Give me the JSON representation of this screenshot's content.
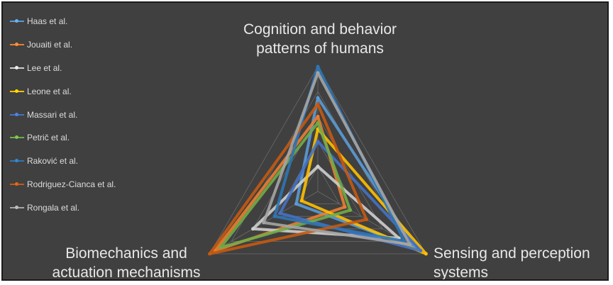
{
  "chart_data": {
    "type": "radar",
    "axes": [
      "Cognition and behavior patterns of humans",
      "Biomechanics and actuation mechanisms",
      "Sensing and perception systems"
    ],
    "axis_label_lines": {
      "top": [
        "Cognition and behavior",
        "patterns of humans"
      ],
      "left": [
        "Biomechanics and",
        "actuation mechanisms"
      ],
      "right": [
        "Sensing and perception",
        "systems"
      ]
    },
    "range": [
      0,
      1
    ],
    "grid": true,
    "legend_position": "top-left",
    "series": [
      {
        "name": "Haas et al.",
        "color": "#5b9bd5",
        "values": [
          0.75,
          0.2,
          0.9
        ]
      },
      {
        "name": "Jouaiti et al.",
        "color": "#ed7d31",
        "values": [
          0.6,
          0.95,
          0.25
        ]
      },
      {
        "name": "Lee et al.",
        "color": "#cfcfcf",
        "values": [
          0.2,
          0.6,
          0.75
        ]
      },
      {
        "name": "Leone et al.",
        "color": "#ffc000",
        "values": [
          0.5,
          0.15,
          1.0
        ]
      },
      {
        "name": "Massari et al.",
        "color": "#4472c4",
        "values": [
          0.4,
          0.35,
          0.95
        ]
      },
      {
        "name": "Petrič et al.",
        "color": "#70ad47",
        "values": [
          0.55,
          0.9,
          0.3
        ]
      },
      {
        "name": "Raković et al.",
        "color": "#2e75b6",
        "values": [
          1.0,
          0.4,
          0.8
        ]
      },
      {
        "name": "Rodriguez-Cianca et al.",
        "color": "#c55a11",
        "values": [
          0.7,
          1.0,
          0.45
        ]
      },
      {
        "name": "Rongala et al.",
        "color": "#a5a5a5",
        "values": [
          0.95,
          0.5,
          0.85
        ]
      }
    ]
  }
}
